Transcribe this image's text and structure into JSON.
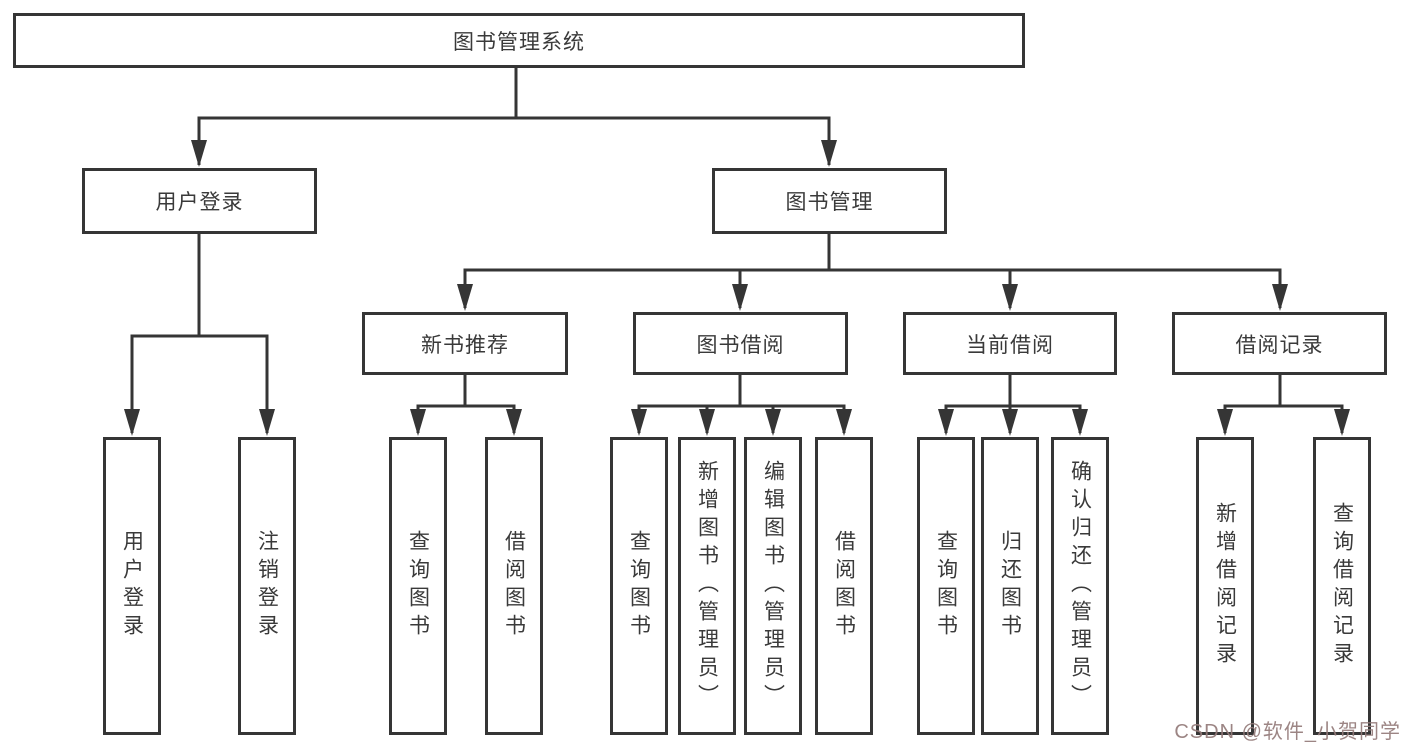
{
  "diagram": {
    "root": {
      "label": "图书管理系统"
    },
    "level1": [
      {
        "id": "user-login",
        "label": "用户登录"
      },
      {
        "id": "book-management",
        "label": "图书管理"
      }
    ],
    "level2": [
      {
        "id": "new-book-recommend",
        "label": "新书推荐",
        "parent": "图书管理"
      },
      {
        "id": "book-borrowing",
        "label": "图书借阅",
        "parent": "图书管理"
      },
      {
        "id": "current-borrowing",
        "label": "当前借阅",
        "parent": "图书管理"
      },
      {
        "id": "borrowing-records",
        "label": "借阅记录",
        "parent": "图书管理"
      }
    ],
    "leaves": [
      {
        "group": "用户登录",
        "label": "用户登录"
      },
      {
        "group": "用户登录",
        "label": "注销登录"
      },
      {
        "group": "新书推荐",
        "label": "查询图书"
      },
      {
        "group": "新书推荐",
        "label": "借阅图书"
      },
      {
        "group": "图书借阅",
        "label": "查询图书"
      },
      {
        "group": "图书借阅",
        "label": "新增图书（管理员）"
      },
      {
        "group": "图书借阅",
        "label": "编辑图书（管理员）"
      },
      {
        "group": "图书借阅",
        "label": "借阅图书"
      },
      {
        "group": "当前借阅",
        "label": "查询图书"
      },
      {
        "group": "当前借阅",
        "label": "归还图书"
      },
      {
        "group": "当前借阅",
        "label": "确认归还（管理员）"
      },
      {
        "group": "借阅记录",
        "label": "新增借阅记录"
      },
      {
        "group": "借阅记录",
        "label": "查询借阅记录"
      }
    ]
  },
  "watermark": {
    "text": "CSDN @软件_小贺同学"
  },
  "colors": {
    "line": "#353535",
    "box_border": "#353535",
    "text": "#3a3a3a",
    "background": "#ffffff",
    "watermark": "#947b79"
  }
}
